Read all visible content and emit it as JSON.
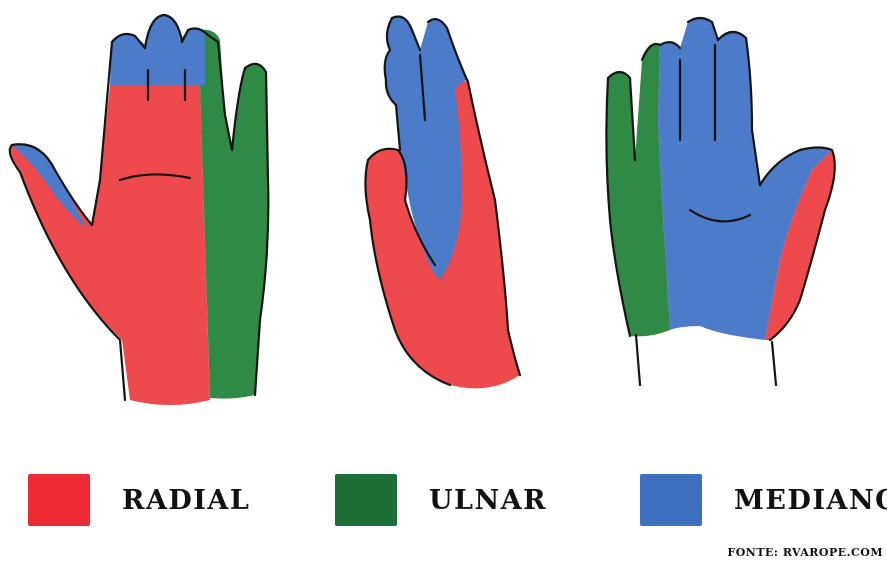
{
  "legend": [
    {
      "key": "radial",
      "label": "RADIAL",
      "color": "#EE2B34"
    },
    {
      "key": "ulnar",
      "label": "ULNAR",
      "color": "#1E6E38"
    },
    {
      "key": "mediano",
      "label": "MEDIANO",
      "color": "#3F6FBF"
    }
  ],
  "regions": {
    "radial_color": "#EE4A4E",
    "ulnar_color": "#2E8A45",
    "mediano_color": "#4C7BC9",
    "outline_color": "#151515"
  },
  "source": "FONTE: RVAROPE.COM"
}
